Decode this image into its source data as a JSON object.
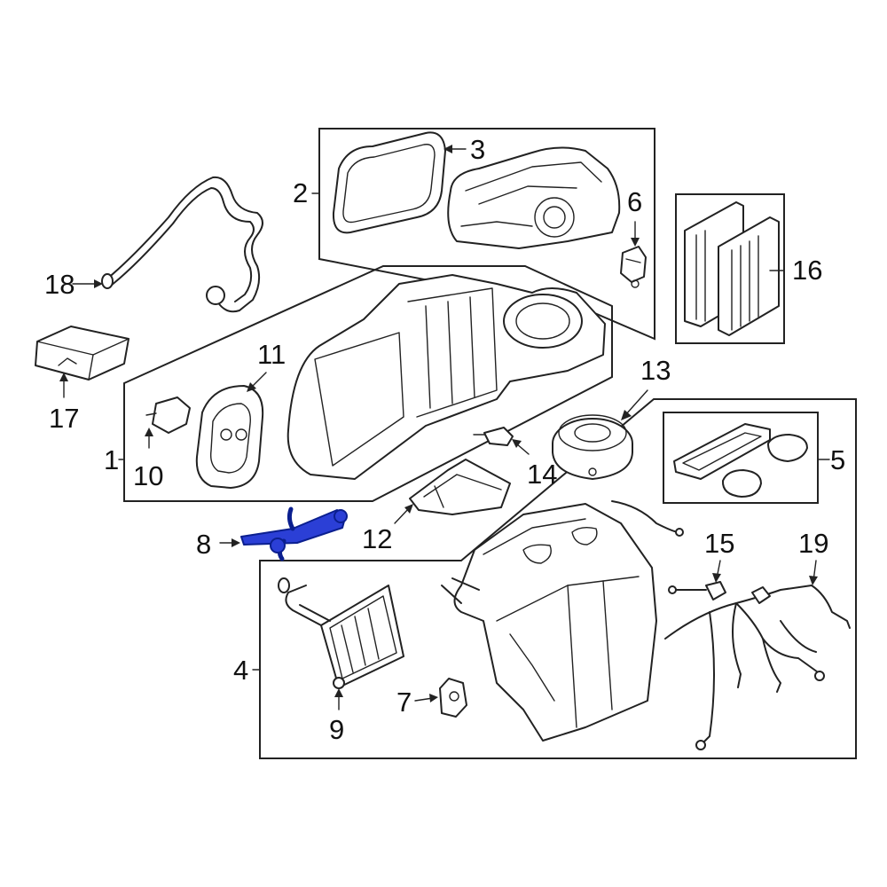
{
  "diagram": {
    "callouts": {
      "c1": "1",
      "c2": "2",
      "c3": "3",
      "c4": "4",
      "c5": "5",
      "c6": "6",
      "c7": "7",
      "c8": "8",
      "c9": "9",
      "c10": "10",
      "c11": "11",
      "c12": "12",
      "c13": "13",
      "c14": "14",
      "c15": "15",
      "c16": "16",
      "c17": "17",
      "c18": "18",
      "c19": "19"
    },
    "highlighted_part": "8",
    "colors": {
      "highlight": "#2b3fd6",
      "linework": "#222222",
      "background": "#ffffff"
    }
  }
}
